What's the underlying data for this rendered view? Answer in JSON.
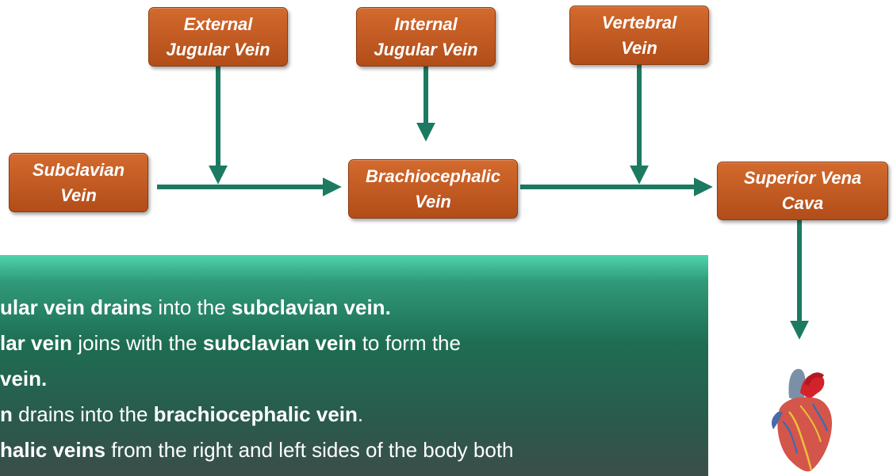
{
  "diagram": {
    "nodes": [
      {
        "id": "external-jugular",
        "label": "External\nJugular Vein"
      },
      {
        "id": "internal-jugular",
        "label": "Internal\nJugular Vein"
      },
      {
        "id": "vertebral",
        "label": "Vertebral\nVein"
      },
      {
        "id": "subclavian",
        "label": "Subclavian\nVein"
      },
      {
        "id": "brachiocephalic",
        "label": "Brachiocephalic\nVein"
      },
      {
        "id": "svc",
        "label": "Superior Vena\nCava"
      }
    ],
    "edges": [
      {
        "from": "external-jugular",
        "to": "subclavian"
      },
      {
        "from": "internal-jugular",
        "to": "brachiocephalic"
      },
      {
        "from": "subclavian",
        "to": "brachiocephalic"
      },
      {
        "from": "vertebral",
        "to": "brachiocephalic"
      },
      {
        "from": "brachiocephalic",
        "to": "svc"
      },
      {
        "from": "svc",
        "to": "heart"
      }
    ],
    "colors": {
      "node_fill": "#c85a22",
      "arrow": "#1c7a62"
    }
  },
  "bullets": [
    [
      {
        "t": "ular vein drains",
        "b": true
      },
      {
        "t": " into the ",
        "b": false
      },
      {
        "t": "subclavian vein.",
        "b": true
      }
    ],
    [
      {
        "t": "lar vein",
        "b": true
      },
      {
        "t": " joins with the ",
        "b": false
      },
      {
        "t": "subclavian vein",
        "b": true
      },
      {
        "t": " to form the",
        "b": false
      }
    ],
    [
      {
        "t": "vein.",
        "b": true
      }
    ],
    [
      {
        "t": "n",
        "b": true
      },
      {
        "t": " drains into the ",
        "b": false
      },
      {
        "t": "brachiocephalic vein",
        "b": true
      },
      {
        "t": ".",
        "b": false
      }
    ],
    [
      {
        "t": "halic veins",
        "b": true
      },
      {
        "t": " from the right and left sides of the body both",
        "b": false
      }
    ]
  ],
  "image": {
    "alt": "heart-model"
  }
}
